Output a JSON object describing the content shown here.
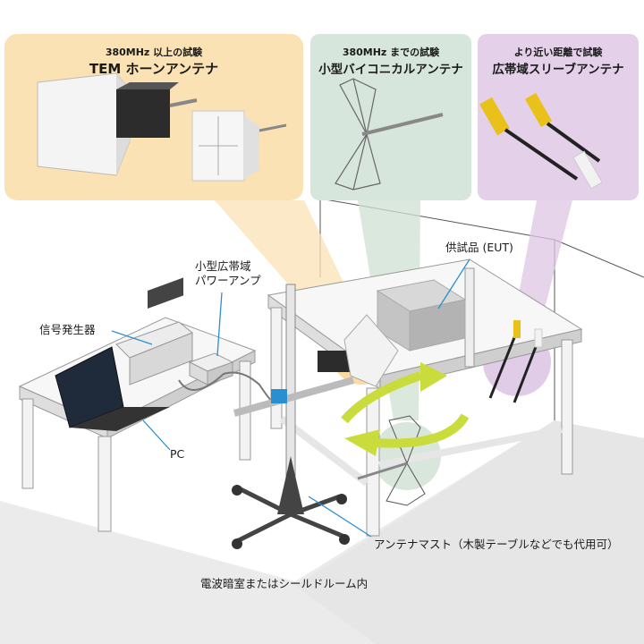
{
  "panels": [
    {
      "subtitle": "380MHz 以上の試験",
      "title": "TEM ホーンアンテナ",
      "color": "#fbe2b4"
    },
    {
      "subtitle": "380MHz までの試験",
      "title": "小型バイコニカルアンテナ",
      "color": "#d7e6dc"
    },
    {
      "subtitle": "より近い距離で試験",
      "title": "広帯域スリーブアンテナ",
      "color": "#e4d0e9"
    }
  ],
  "labels": {
    "amp": [
      "小型広帯域",
      "パワーアンプ"
    ],
    "generator": "信号発生器",
    "eut": "供試品 (EUT)",
    "pc": "PC",
    "mast": "アンテナマスト（木製テーブルなどでも代用可）",
    "room": "電波暗室またはシールドルーム内"
  },
  "colors": {
    "floor": "#ebebeb",
    "arrow": "#c9dc3c",
    "leader": "#2a8fcf"
  }
}
